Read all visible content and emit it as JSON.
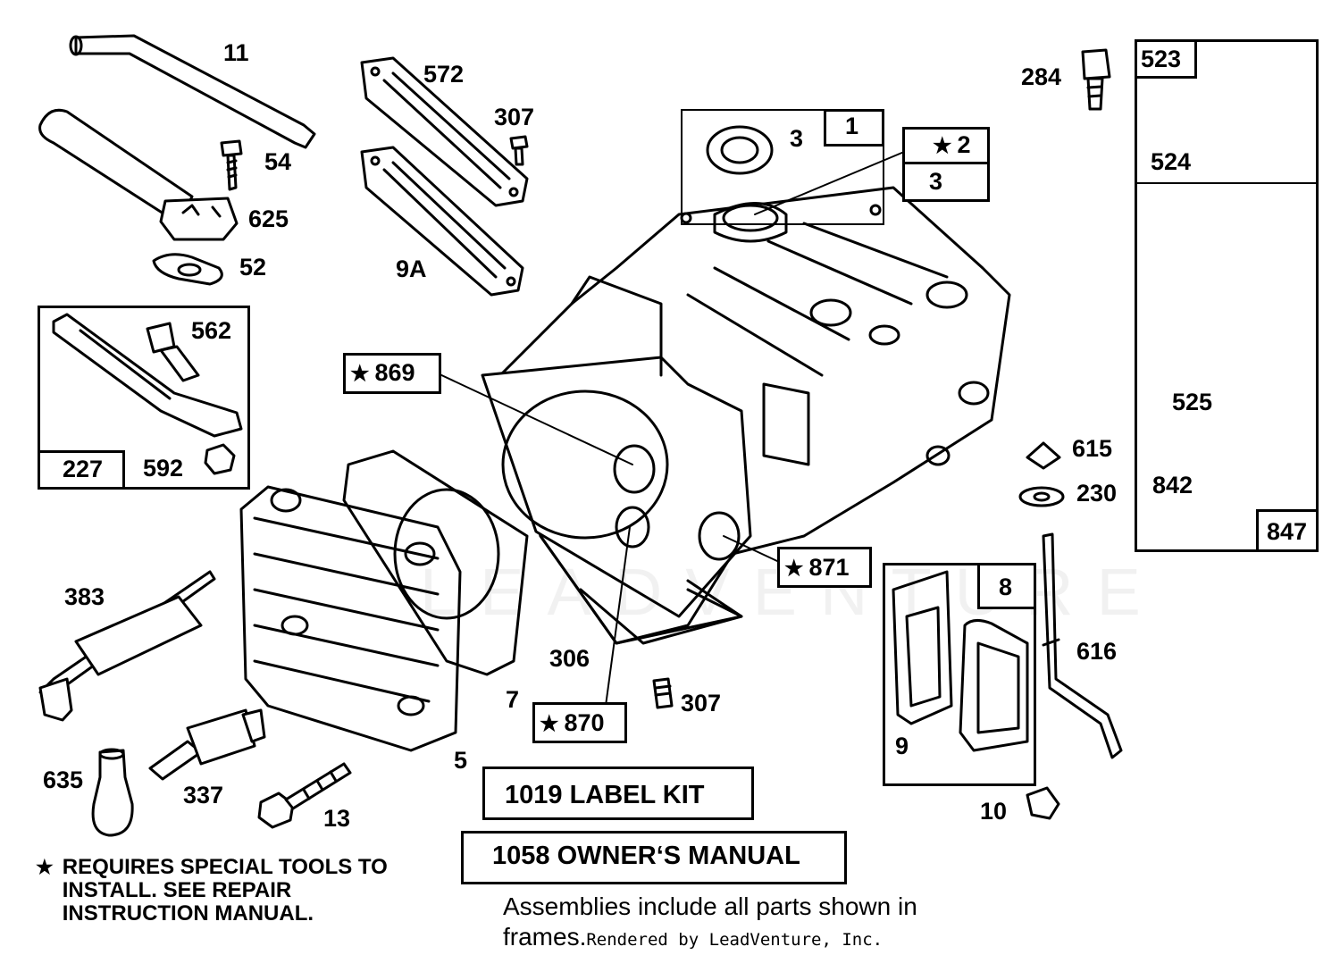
{
  "parts": {
    "p11": "11",
    "p54": "54",
    "p625": "625",
    "p52": "52",
    "p572": "572",
    "p307a": "307",
    "p9a": "9A",
    "p3a": "3",
    "p1": "1",
    "p2": "2",
    "p3b": "3",
    "p284": "284",
    "p523": "523",
    "p524": "524",
    "p525": "525",
    "p842": "842",
    "p847": "847",
    "p562": "562",
    "p227": "227",
    "p592": "592",
    "p869": "869",
    "p615": "615",
    "p230": "230",
    "p871": "871",
    "p383": "383",
    "p306": "306",
    "p7": "7",
    "p870": "870",
    "p307b": "307",
    "p8": "8",
    "p616": "616",
    "p9": "9",
    "p10": "10",
    "p635": "635",
    "p337": "337",
    "p13": "13",
    "p5": "5"
  },
  "kits": {
    "label_kit": "1019 LABEL KIT",
    "owners_manual": "1058 OWNER‘S MANUAL"
  },
  "notes": {
    "star_symbol": "★",
    "special_tools": "REQUIRES SPECIAL TOOLS TO INSTALL.  SEE REPAIR INSTRUCTION MANUAL.",
    "assemblies": "Assemblies include all parts shown in frames.",
    "credit": "Rendered by LeadVenture, Inc."
  },
  "watermark": "LEADVENTURE",
  "colors": {
    "ink": "#000000",
    "paper": "#ffffff"
  }
}
